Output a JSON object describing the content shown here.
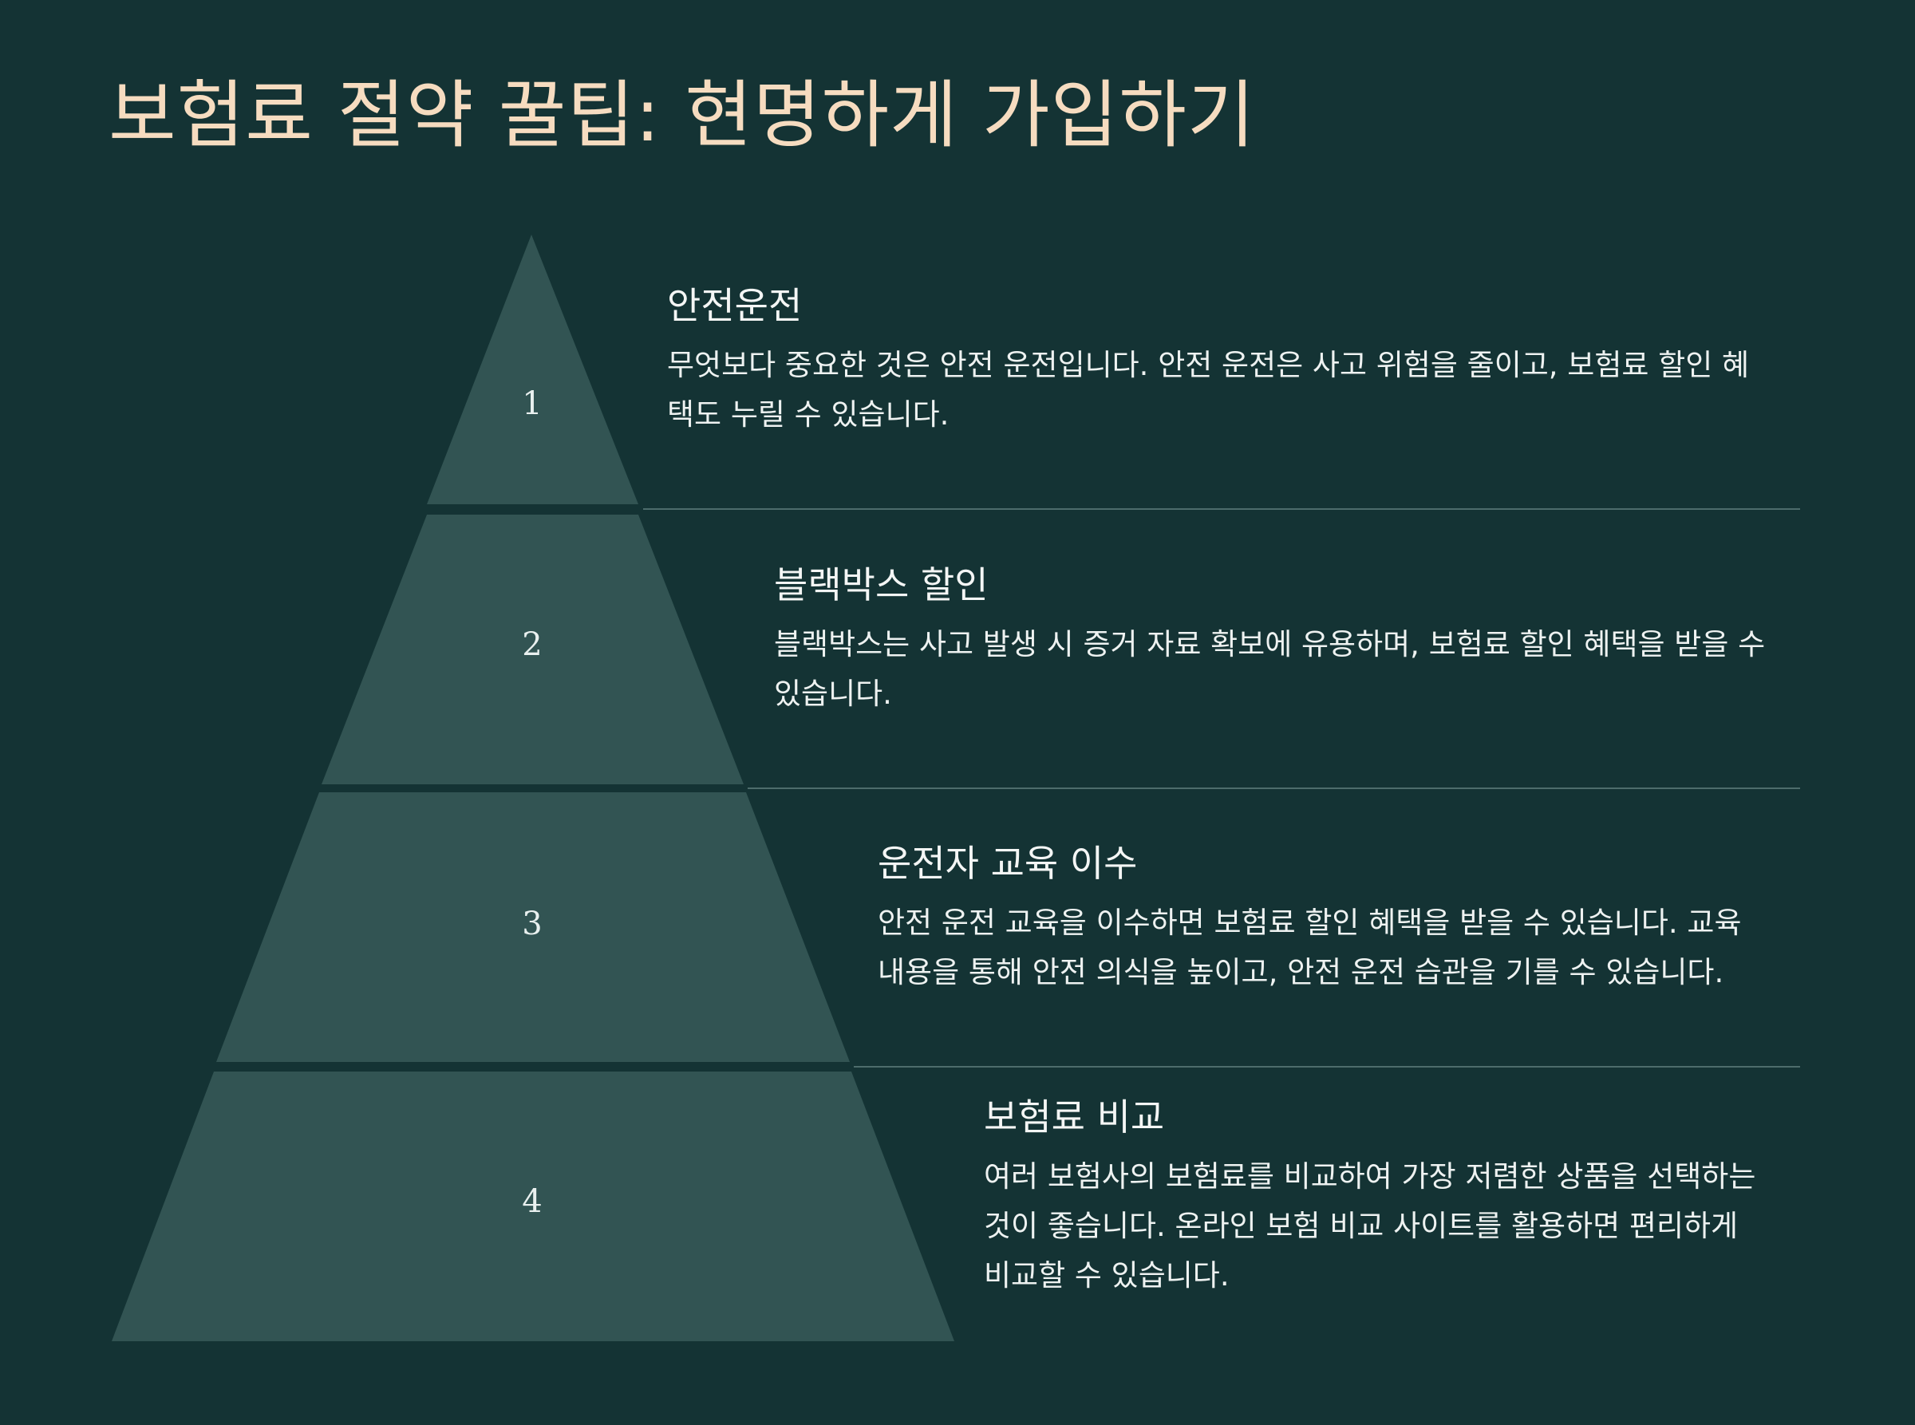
{
  "title": "보험료 절약 꿀팁: 현명하게 가입하기",
  "colors": {
    "background": "#143334",
    "tier_fill": "#325453",
    "divider": "#4d6c6b",
    "title": "#f6dcc0",
    "text": "#eef2f1"
  },
  "tiers": [
    {
      "number": "1",
      "heading": "안전운전",
      "body": "무엇보다 중요한 것은 안전 운전입니다. 안전 운전은 사고 위험을 줄이고, 보험료 할인 혜택도 누릴 수 있습니다."
    },
    {
      "number": "2",
      "heading": "블랙박스 할인",
      "body": "블랙박스는 사고 발생 시 증거 자료 확보에 유용하며, 보험료 할인 혜택을 받을 수 있습니다."
    },
    {
      "number": "3",
      "heading": "운전자 교육 이수",
      "body": "안전 운전 교육을 이수하면 보험료 할인 혜택을 받을 수 있습니다. 교육 내용을 통해 안전 의식을 높이고, 안전 운전 습관을 기를 수 있습니다."
    },
    {
      "number": "4",
      "heading": "보험료 비교",
      "body": "여러 보험사의 보험료를 비교하여 가장 저렴한 상품을 선택하는 것이 좋습니다. 온라인 보험 비교 사이트를 활용하면 편리하게 비교할 수 있습니다."
    }
  ]
}
